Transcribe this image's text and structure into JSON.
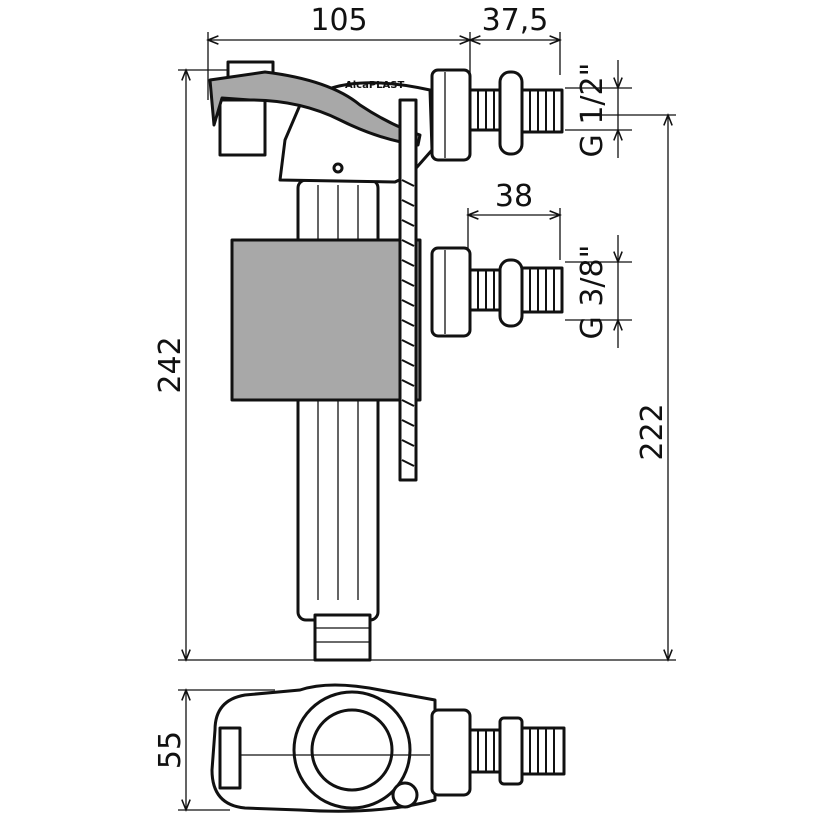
{
  "logo_text": "AlcaPLAST",
  "dimensions": {
    "width_body": "105",
    "width_outlet_top": "37,5",
    "width_outlet_bottom": "38",
    "height_total": "242",
    "height_to_outlet": "222",
    "depth": "55",
    "thread_top": "G 1/2\"",
    "thread_bottom": "G 3/8\""
  }
}
